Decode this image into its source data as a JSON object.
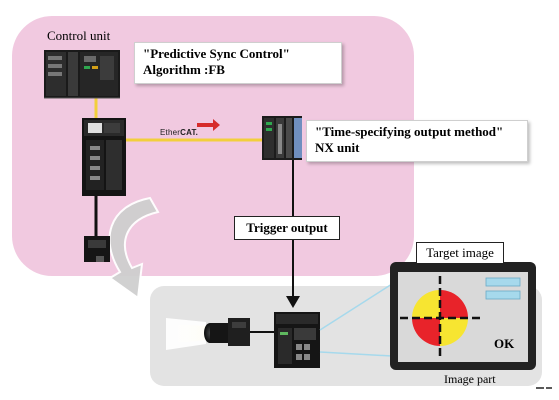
{
  "labels": {
    "control_unit": "Control unit",
    "fb_callout": [
      "\"Predictive Sync Control\"",
      "Algorithm :FB"
    ],
    "nx_callout": [
      "\"Time-specifying output method\"",
      "NX unit"
    ],
    "trigger_output": "Trigger output",
    "target_image": "Target image",
    "ok": "OK",
    "image_part": "Image part",
    "ethercat_prefix": "Ether",
    "ethercat_suffix": "CAT."
  },
  "colors": {
    "control_zone": "#f1c9e0",
    "image_zone": "#e3e3e3",
    "network_line": "#f2cf3c",
    "ethercat_red": "#d62b2b",
    "target_red": "#e8232a",
    "target_yellow": "#f7e531",
    "screen_frame": "#222222",
    "screen_inner": "#d9d9d9",
    "screen_blue": "#a6d9ec"
  }
}
